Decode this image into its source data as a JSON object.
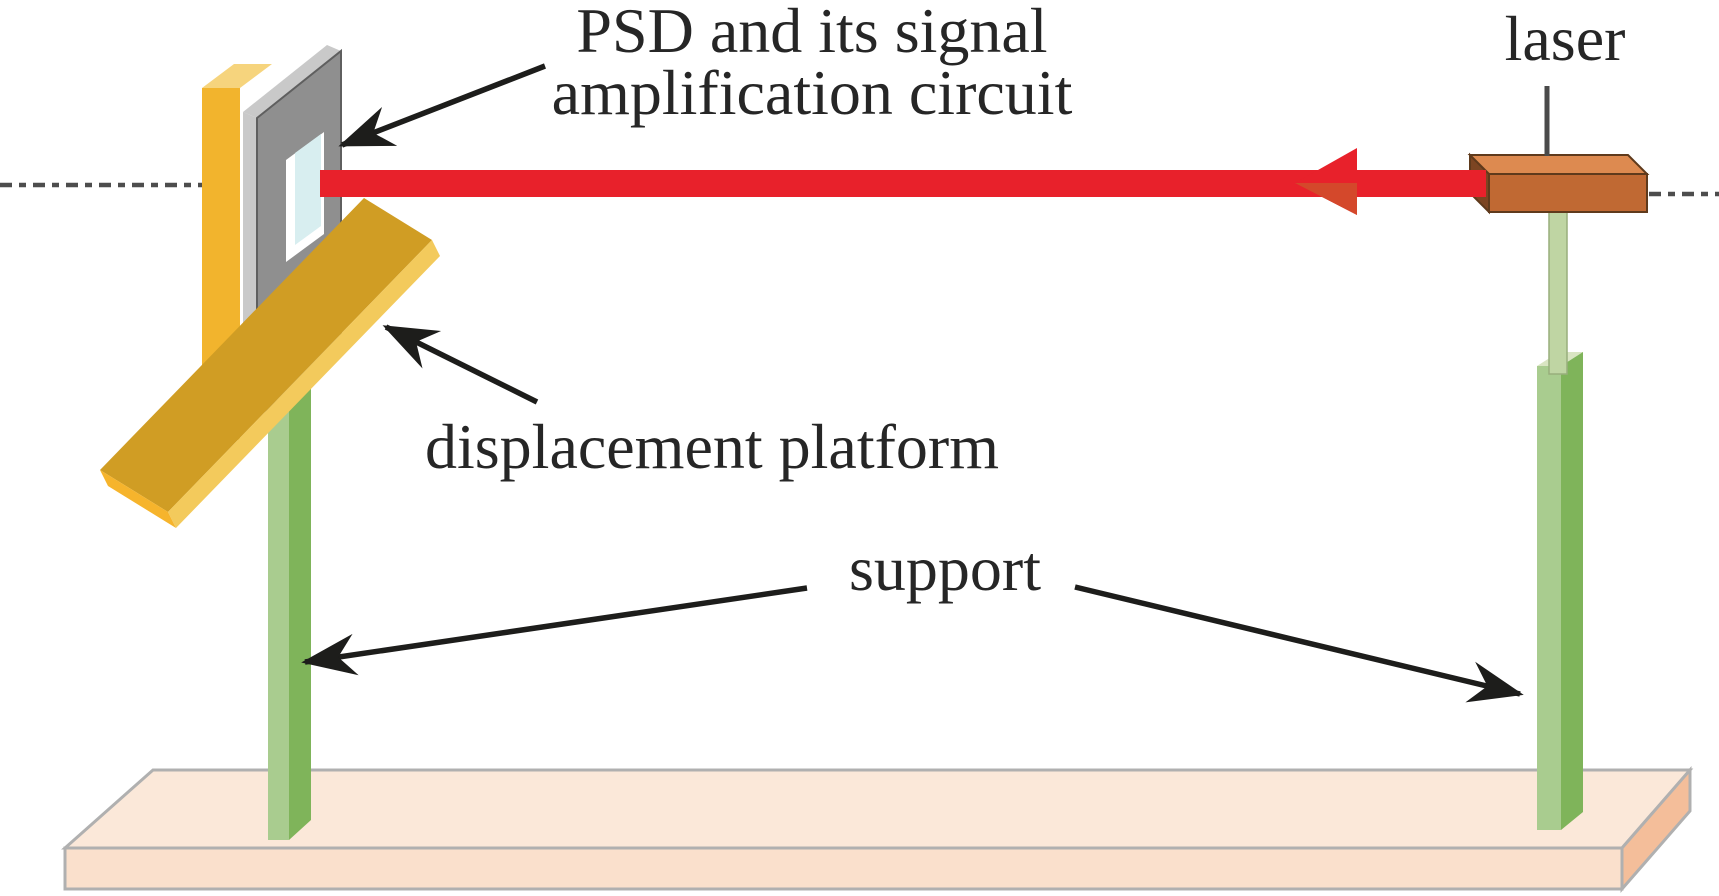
{
  "figure": {
    "labels": {
      "psd_line1": "PSD and its signal",
      "psd_line2": "amplification circuit",
      "laser": "laser",
      "displacement": "displacement platform",
      "support": "support"
    },
    "colors": {
      "beam_red": "#e8212b",
      "beam_red_dark": "#d4482b",
      "gold_top": "#d09d24",
      "gold_side_light": "#f3ca5c",
      "gold_end_cap": "#f6b42c",
      "yellow_front": "#f2b42d",
      "yellow_top": "#f6d47d",
      "panel_gray_front": "#8f8f8f",
      "panel_gray_light": "#c9c9c9",
      "psd_white": "#ffffff",
      "psd_cyan": "#d8eef0",
      "green_light": "#a9cc8f",
      "green_dark": "#7fb45a",
      "green_pale_top": "#d9e5c2",
      "rod_green": "#bfd5a3",
      "base_top": "#fbe8d9",
      "base_front": "#fae0cc",
      "base_side": "#f4be9a",
      "laser_top": "#dd8a50",
      "laser_front": "#c06933",
      "laser_end_dark": "#7c4522",
      "ink": "#1d1d1b"
    }
  }
}
